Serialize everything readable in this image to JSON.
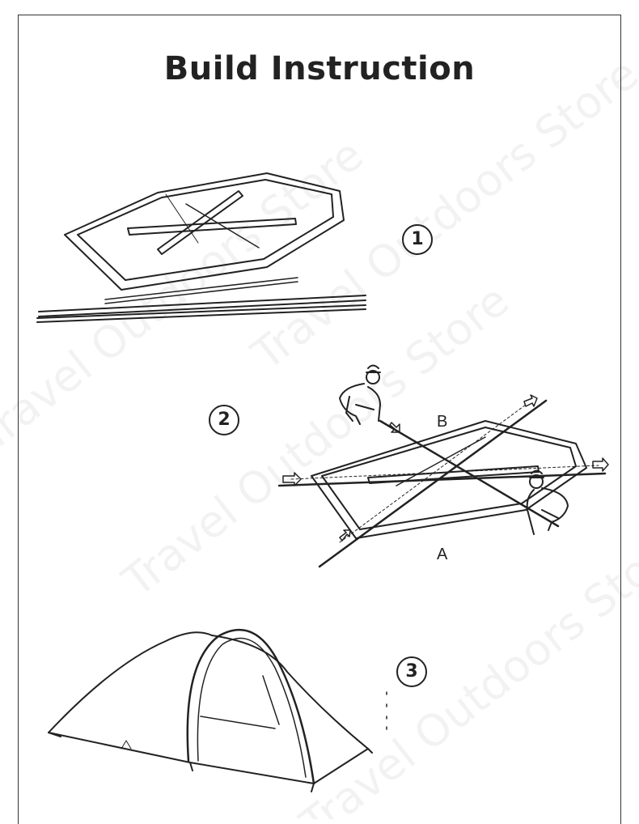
{
  "title": "Build Instruction",
  "steps": [
    {
      "number": "1"
    },
    {
      "number": "2",
      "point_b": "B",
      "point_a": "A"
    },
    {
      "number": "3"
    }
  ],
  "watermark": "Travel Outdoors Store"
}
